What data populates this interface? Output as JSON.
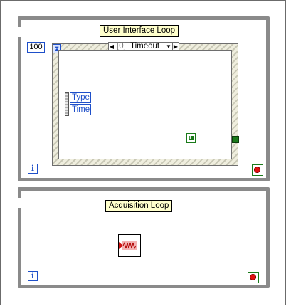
{
  "window": {
    "title": ""
  },
  "ui_loop": {
    "label": "User Interface Loop",
    "iteration_symbol": "i",
    "timeout_constant": "100",
    "timeout_symbol": "⧗",
    "event_case": {
      "index": "[0]",
      "name": "Timeout",
      "left_arrow": "◀",
      "right_arrow": "▶",
      "dropdown": "▼"
    },
    "event_data": {
      "type_label": "Type",
      "time_label": "Time"
    },
    "boolean_constant": "F"
  },
  "acq_loop": {
    "label": "Acquisition Loop",
    "iteration_symbol": "i"
  },
  "colors": {
    "loop_frame": "#8a8a8a",
    "label_bg": "#ffffcc",
    "numeric_blue": "#1e4fc9",
    "boolean_green": "#1a7a1a",
    "stop_red": "#e01010",
    "event_frame_hatch": "#c9c8b6"
  }
}
